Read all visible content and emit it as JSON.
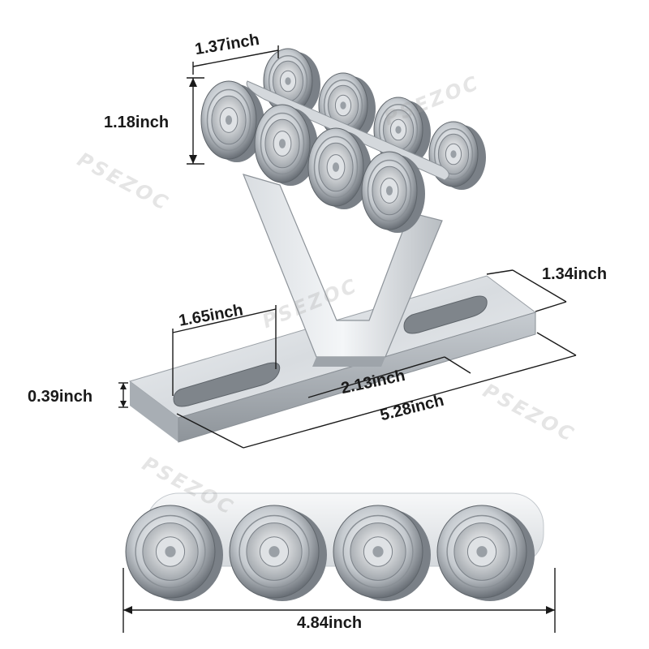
{
  "watermark": "PSEZOC",
  "dimensions": {
    "wheel_width": "1.37inch",
    "wheel_diameter": "1.18inch",
    "base_width": "1.34inch",
    "slot_length": "1.65inch",
    "plate_thickness": "0.39inch",
    "slot_spacing": "2.13inch",
    "base_length": "5.28inch",
    "bottom_view_length": "4.84inch"
  },
  "colors": {
    "steel_light": "#e9ecef",
    "steel_mid": "#b9bec4",
    "steel_dark": "#6e747b",
    "dimension_line": "#1a1a1a"
  },
  "wheel_count_per_row": 4
}
